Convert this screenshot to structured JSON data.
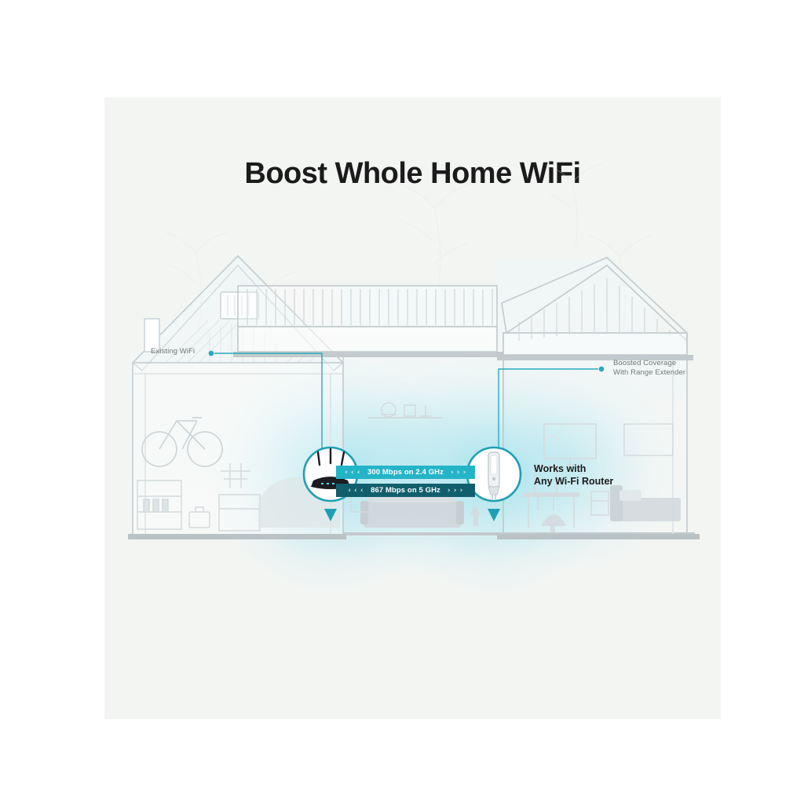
{
  "page": {
    "background_color": "#ffffff",
    "panel_color": "#f3f5f3"
  },
  "header": {
    "title": "Boost Whole Home WiFi"
  },
  "diagram": {
    "type": "product-illustration",
    "subject": "cutaway house showing WiFi coverage from a router extended by a range extender",
    "colors": {
      "accent_light": "#24b4c8",
      "accent_dark": "#115f6d",
      "coverage_fill": "#55c8dc",
      "house_outline": "#b9c2c4",
      "label_text": "#6f7878",
      "heading_text": "#1b1b1b"
    },
    "callouts": [
      {
        "id": "existing-wifi",
        "text": "Existing WiFi",
        "points_to": "router",
        "dot_color": "#24b4c8"
      },
      {
        "id": "boosted-coverage",
        "text": "Boosted Coverage\nWith Range Extender",
        "points_to": "range-extender",
        "dot_color": "#24b4c8"
      }
    ],
    "devices": [
      {
        "id": "router",
        "name": "Wi-Fi Router",
        "antennas": 3,
        "body_color": "#1c1c22",
        "ring_color": "#24b4c8"
      },
      {
        "id": "range-extender",
        "name": "Range Extender",
        "body_color": "#d7dde0",
        "ring_color": "#1f9fb4"
      }
    ],
    "speed_badges": [
      {
        "id": "band-2-4",
        "label": "300 Mbps on 2.4 GHz",
        "left_chevrons": "‹ ‹ ‹",
        "right_chevrons": "› › ›",
        "background": "#24b4c8"
      },
      {
        "id": "band-5",
        "label": "867 Mbps on 5 GHz",
        "left_chevrons": "‹ ‹ ‹",
        "right_chevrons": "› › ›",
        "background": "#115f6d"
      }
    ],
    "compatibility_note": "Works with\nAny Wi-Fi Router"
  }
}
